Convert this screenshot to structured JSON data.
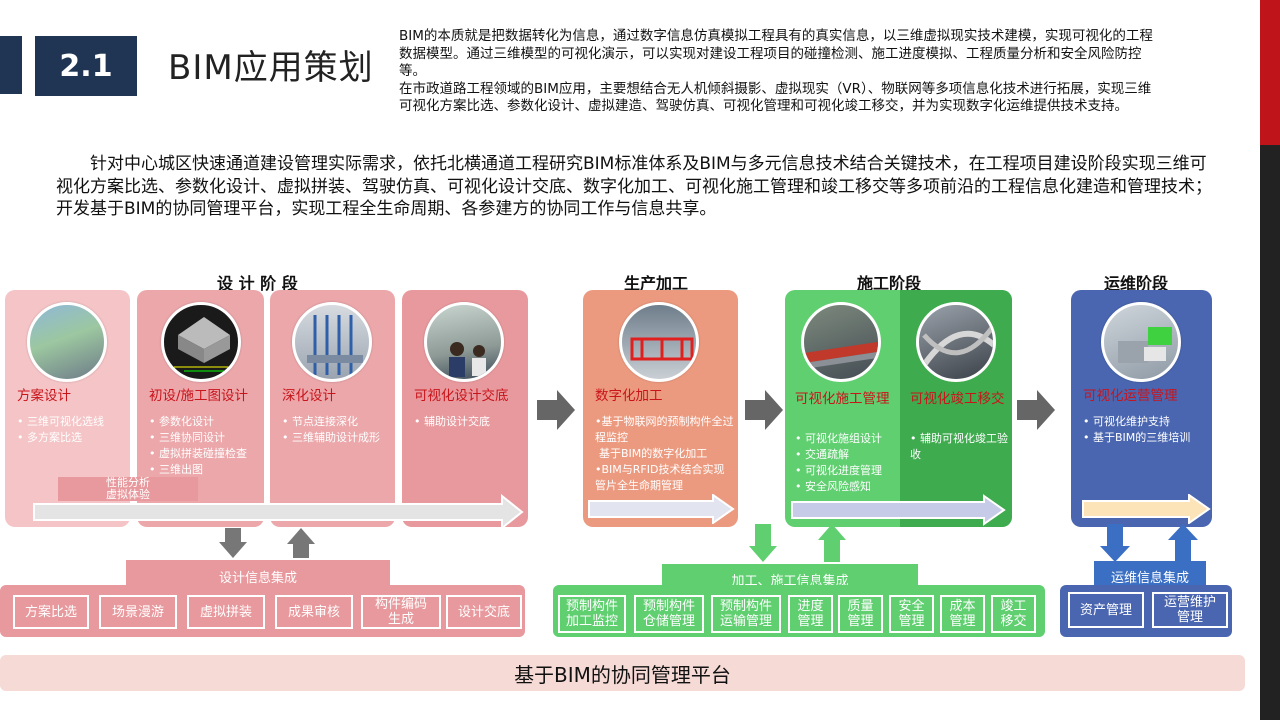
{
  "header": {
    "section_number": "2.1",
    "title": "BIM应用策划"
  },
  "intro": {
    "lines": [
      "BIM的本质就是把数据转化为信息，通过数字信息仿真模拟工程具有的真实信息，以三维虚拟现实技术建模，实现可视化的工程数据模型。通过三维模型的可视化演示，可以实现对建设工程项目的碰撞检测、施工进度模拟、工程质量分析和安全风险防控等。",
      "在市政道路工程领域的BIM应用，主要想结合无人机倾斜摄影、虚拟现实（VR）、物联网等多项信息化技术进行拓展，实现三维可视化方案比选、参数化设计、虚拟建造、驾驶仿真、可视化管理和可视化竣工移交，并为实现数字化运维提供技术支持。"
    ]
  },
  "paragraph": "针对中心城区快速通道建设管理实际需求，依托北横通道工程研究BIM标准体系及BIM与多元信息技术结合关键技术，在工程项目建设阶段实现三维可视化方案比选、参数化设计、虚拟拼装、驾驶仿真、可视化设计交底、数字化加工、可视化施工管理和竣工移交等多项前沿的工程信息化建造和管理技术；开发基于BIM的协同管理平台，实现工程全生命周期、各参建方的协同工作与信息共享。",
  "stages": {
    "design": "设 计 阶 段",
    "production": "生产加工",
    "construction": "施工阶段",
    "operation": "运维阶段"
  },
  "cards": [
    {
      "title": "方案设计",
      "items": [
        "三维可视化选线",
        "多方案比选"
      ]
    },
    {
      "title": "初设/施工图设计",
      "items": [
        "参数化设计",
        "三维协同设计",
        "虚拟拼装碰撞检查",
        "三维出图"
      ]
    },
    {
      "title": "深化设计",
      "items": [
        "节点连接深化",
        "三维辅助设计成形"
      ]
    },
    {
      "title": "可视化设计交底",
      "items": [
        "辅助设计交底"
      ]
    },
    {
      "title": "数字化加工",
      "items": [
        "基于物联网的预制构件全过程监控",
        "基于BIM的数字化加工",
        "BIM与RFID技术结合实现管片全生命期管理"
      ]
    },
    {
      "title": "可视化施工管理",
      "items": [
        "可视化施组设计",
        "交通疏解",
        "可视化进度管理",
        "安全风险感知"
      ]
    },
    {
      "title": "可视化竣工移交",
      "items": [
        "辅助可视化竣工验收"
      ]
    },
    {
      "title": "可视化运营管理",
      "items": [
        "可视化维护支持",
        "基于BIM的三维培训"
      ]
    }
  ],
  "performance_label": "性能分析\n虚拟体验",
  "integration": {
    "design": "设计信息集成",
    "production": "加工、施工信息集成",
    "operation": "运维信息集成"
  },
  "design_items": [
    "方案比选",
    "场景漫游",
    "虚拟拼装",
    "成果审核",
    "构件编码\n生成",
    "设计交底"
  ],
  "production_items": [
    "预制构件\n加工监控",
    "预制构件\n仓储管理",
    "预制构件\n运输管理",
    "进度\n管理",
    "质量\n管理",
    "安全\n管理",
    "成本\n管理",
    "竣工\n移交"
  ],
  "operation_items": [
    "资产管理",
    "运营维护\n管理"
  ],
  "footer": "基于BIM的协同管理平台",
  "colors": {
    "navy": "#1f3553",
    "red": "#c0141b",
    "pink_light": "#f4c4c6",
    "pink_mid": "#eba7aa",
    "pink_dark": "#e8999d",
    "salmon": "#ec9a7f",
    "green_light": "#5fcf70",
    "green_dark": "#3fab4f",
    "blue": "#4a66b0",
    "footer_bg": "#f6dad6"
  }
}
